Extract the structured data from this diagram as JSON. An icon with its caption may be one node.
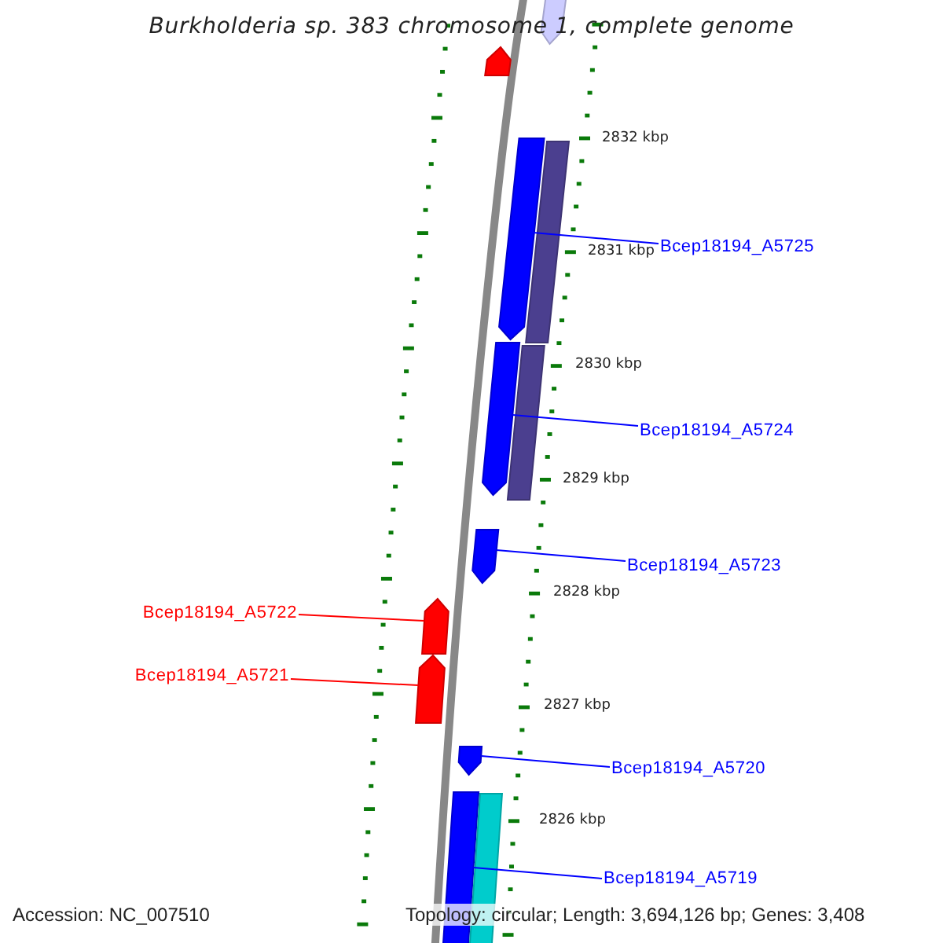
{
  "diagram": {
    "title": "Burkholderia sp. 383 chromosome 1, complete genome",
    "nodes": [
      {
        "text": [
          "Bcep18194_A5725"
        ]
      },
      {
        "text": [
          "Bcep18194_A5724"
        ]
      },
      {
        "text": [
          "Bcep18194_A5723"
        ]
      },
      {
        "text": [
          "Bcep18194_A5722"
        ]
      },
      {
        "text": [
          "Bcep18194_A5721"
        ]
      },
      {
        "text": [
          "Bcep18194_A5720"
        ]
      },
      {
        "text": [
          "Bcep18194_A5719"
        ]
      },
      {
        "text": [],
        "shape": "bar"
      },
      {
        "text": [],
        "shape": "bar"
      },
      {
        "text": [],
        "shape": "bar"
      },
      {
        "text": [],
        "shape": "bar"
      },
      {
        "text": [],
        "shape": "bar"
      },
      {
        "text": [],
        "shape": "bar"
      },
      {
        "text": [],
        "shape": "bar"
      },
      {
        "text": [],
        "shape": "bar"
      },
      {
        "text": [],
        "shape": "bar"
      },
      {
        "text": [],
        "shape": "bar"
      },
      {
        "text": [],
        "shape": "bar"
      },
      {
        "text": [],
        "shape": "bar"
      }
    ],
    "edges": [
      {
        "from": 0,
        "to": 9,
        "arrow": "none"
      },
      {
        "from": 1,
        "to": 11,
        "arrow": "none"
      },
      {
        "from": 2,
        "to": 13,
        "arrow": "none"
      },
      {
        "from": 3,
        "to": 14,
        "arrow": "none",
        "color": "#ff0000"
      },
      {
        "from": 4,
        "to": 15,
        "arrow": "none",
        "color": "#ff0000"
      },
      {
        "from": 5,
        "to": 16,
        "arrow": "none"
      },
      {
        "from": 6,
        "to": 17,
        "arrow": "none"
      }
    ],
    "labels": [
      "2832 kbp",
      "2831 kbp",
      "2830 kbp",
      "2829 kbp",
      "2828 kbp",
      "2827 kbp",
      "2826 kbp",
      "Accession: NC_007510",
      "Topology: circular; Length: 3,694,126 bp; Genes: 3,408"
    ]
  }
}
